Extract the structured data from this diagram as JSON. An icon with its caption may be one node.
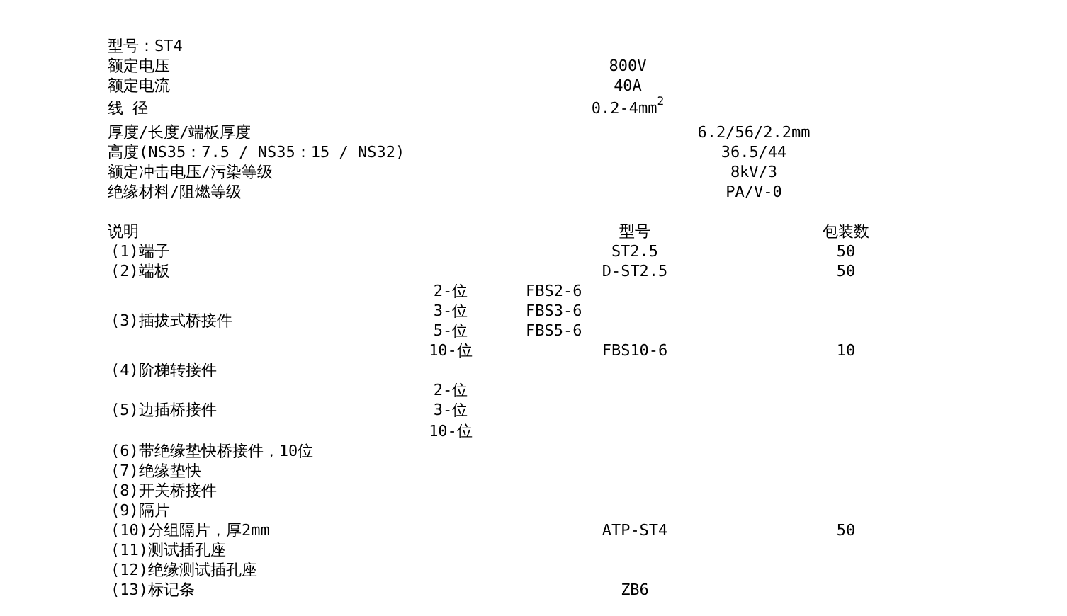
{
  "diagram": {
    "labels": [
      "型号：ST4",
      "额定电压",
      "800V",
      "额定电流",
      "40A",
      "线 径",
      "0.2-4mm$^{2}$",
      "厚度/长度/端板厚度",
      "6.2/56/2.2mm",
      "高度(NS35：7.5 / NS35：15 / NS32)",
      "36.5/44",
      "额定冲击电压/污染等级",
      "8kV/3",
      "绝缘材料/阻燃等级",
      "PA/V-0",
      "说明",
      "型号",
      "包装数",
      "(1)端子",
      "ST2.5",
      "50",
      "(2)端板",
      "D-ST2.5",
      "50",
      "2-位",
      "FBS2-6",
      "3-位",
      "FBS3-6",
      "(3)插拔式桥接件",
      "5-位",
      "FBS5-6",
      "10-位",
      "FBS10-6",
      "10",
      "(4)阶梯转接件",
      "2-位",
      "(5)边插桥接件",
      "3-位",
      "10-位",
      "(6)带绝缘垫快桥接件，10位",
      "(7)绝缘垫快",
      "(8)开关桥接件",
      "(9)隔片",
      "(10)分组隔片，厚2mm",
      "ATP-ST4",
      "50",
      "(11)测试插孔座",
      "(12)绝缘测试插孔座",
      "(13)标记条",
      "ZB6"
    ]
  }
}
